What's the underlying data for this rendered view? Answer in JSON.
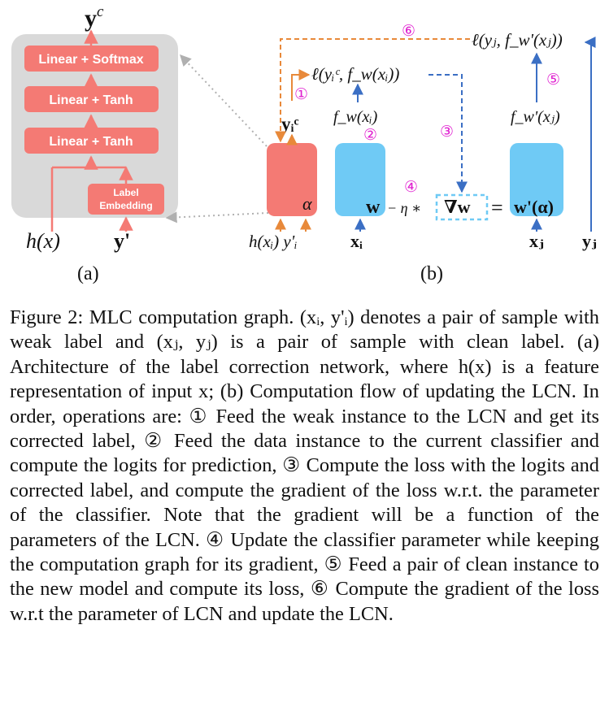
{
  "panel_a": {
    "output_label": "y",
    "output_sup": "c",
    "layers": [
      "Linear + Softmax",
      "Linear + Tanh",
      "Linear + Tanh"
    ],
    "embedding_label": [
      "Label",
      "Embedding"
    ],
    "input_h": "h(x)",
    "input_y": "y'",
    "caption": "(a)"
  },
  "panel_b": {
    "step_labels": [
      "①",
      "②",
      "③",
      "④",
      "⑤",
      "⑥"
    ],
    "loss_weak": "ℓ(yᵢᶜ, f_w(xᵢ))",
    "loss_clean": "ℓ(yⱼ, f_w'(xⱼ))",
    "corrected_label": "yᵢᶜ",
    "logits_weak": "f_w(xᵢ)",
    "logits_clean": "f_w'(xⱼ)",
    "alpha": "α",
    "update_w": "w",
    "update_op": "− η ∗",
    "grad": "∇w",
    "equals": "=",
    "new_w": "w'(α)",
    "lcn_inputs": "h(xᵢ) y'ᵢ",
    "xi": "xᵢ",
    "xj": "xⱼ",
    "yj": "yⱼ",
    "caption": "(b)"
  },
  "colors": {
    "lcn_red": "#f47a74",
    "classifier_blue": "#6fcaf5",
    "panel_gray": "#d9d9d9",
    "orange_arrow": "#e8893a",
    "blue_arrow": "#3b6fc4",
    "magenta": "#e020d0"
  },
  "caption": "Figure 2: MLC computation graph. (xᵢ, y'ᵢ) denotes a pair of sample with weak label and (xⱼ, yⱼ) is a pair of sample with clean label. (a) Architecture of the label correction network, where h(x) is a feature representation of input x; (b) Computation flow of updating the LCN. In order, operations are: ① Feed the weak instance to the LCN and get its corrected label, ② Feed the data instance to the current classifier and compute the logits for prediction, ③ Compute the loss with the logits and corrected label, and compute the gradient of the loss w.r.t. the parameter of the classifier. Note that the gradient will be a function of the parameters of the LCN. ④ Update the classifier parameter while keeping the computation graph for its gradient, ⑤ Feed a pair of clean instance to the new model and compute its loss, ⑥ Compute the gradient of the loss w.r.t the parameter of LCN and update the LCN."
}
